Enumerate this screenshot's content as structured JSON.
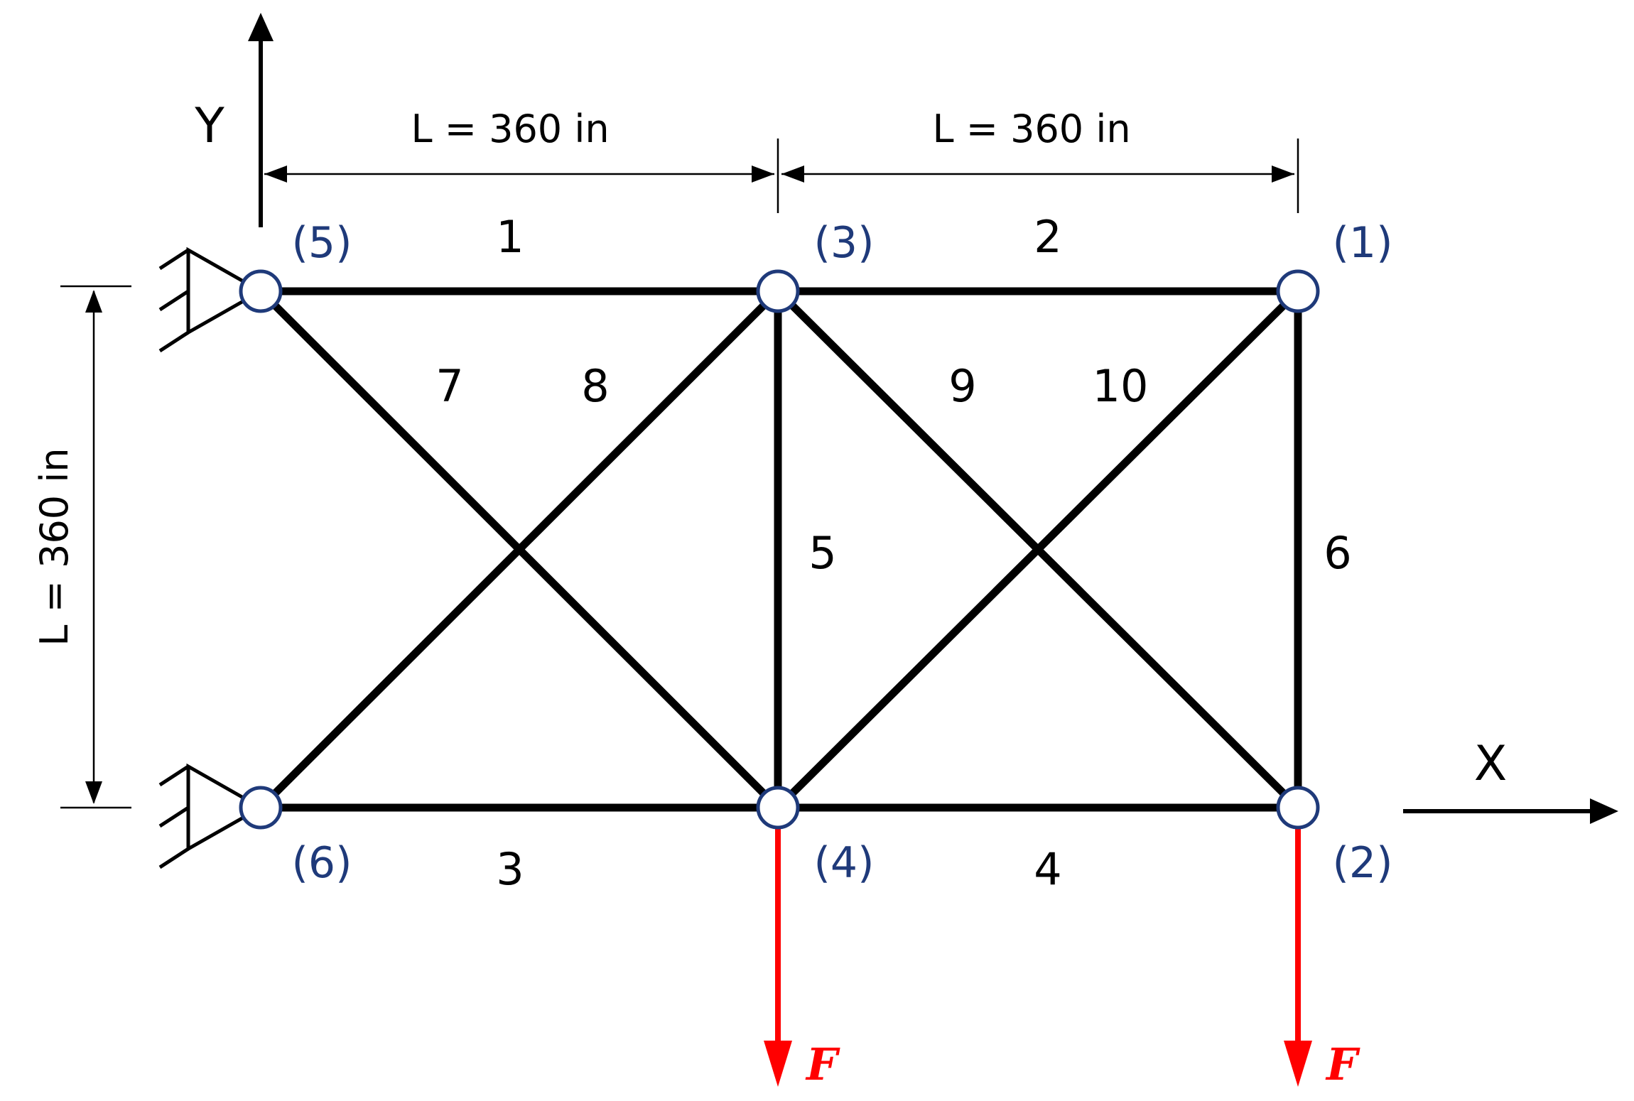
{
  "colors": {
    "member": "#000000",
    "node_stroke": "#1f3a7a",
    "node_fill": "#ffffff",
    "node_label": "#1f3a7a",
    "force": "#ff0000",
    "text": "#000000"
  },
  "axes": {
    "x_label": "X",
    "y_label": "Y"
  },
  "dimensions": {
    "top_left": "L = 360 in",
    "top_right": "L = 360 in",
    "left_vertical": "L = 360 in"
  },
  "nodes": [
    {
      "id": "1",
      "label": "(1)"
    },
    {
      "id": "2",
      "label": "(2)"
    },
    {
      "id": "3",
      "label": "(3)"
    },
    {
      "id": "4",
      "label": "(4)"
    },
    {
      "id": "5",
      "label": "(5)"
    },
    {
      "id": "6",
      "label": "(6)"
    }
  ],
  "members": [
    {
      "label": "1",
      "from": "5",
      "to": "3"
    },
    {
      "label": "2",
      "from": "3",
      "to": "1"
    },
    {
      "label": "3",
      "from": "6",
      "to": "4"
    },
    {
      "label": "4",
      "from": "4",
      "to": "2"
    },
    {
      "label": "5",
      "from": "3",
      "to": "4"
    },
    {
      "label": "6",
      "from": "1",
      "to": "2"
    },
    {
      "label": "7",
      "from": "5",
      "to": "4"
    },
    {
      "label": "8",
      "from": "6",
      "to": "3"
    },
    {
      "label": "9",
      "from": "3",
      "to": "2"
    },
    {
      "label": "10",
      "from": "4",
      "to": "1"
    }
  ],
  "supports": [
    {
      "node": "5",
      "type": "pin"
    },
    {
      "node": "6",
      "type": "pin"
    }
  ],
  "loads": [
    {
      "node": "4",
      "label": "F",
      "direction": "down"
    },
    {
      "node": "2",
      "label": "F",
      "direction": "down"
    }
  ]
}
